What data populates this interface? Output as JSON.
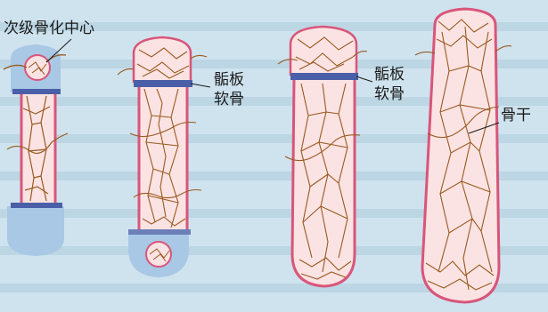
{
  "labels": {
    "secondary_center": "次级骨化中心",
    "epiphyseal_plate_1": "骺板",
    "epiphyseal_plate_1b": "软骨",
    "epiphyseal_plate_2": "骺板",
    "epiphyseal_plate_2b": "软骨",
    "diaphysis": "骨干"
  },
  "colors": {
    "background": "#cfe3ee",
    "cartilage": "#a9c8e6",
    "bone_fill": "#fbe3e3",
    "bone_edge": "#d9557a",
    "plate": "#4a5fa8",
    "vessel": "#9a5a20"
  }
}
